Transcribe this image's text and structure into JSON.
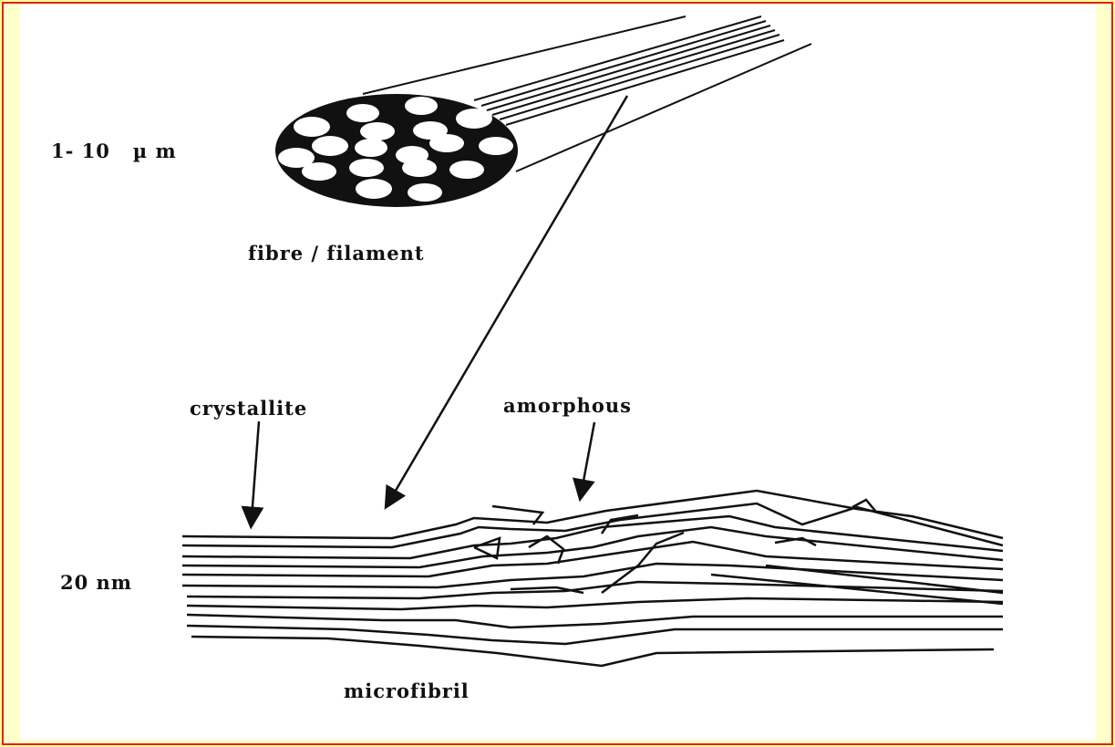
{
  "diagram": {
    "labels": {
      "fibre_size": "1- 10   µ m",
      "fibre": "fibre / filament",
      "crystallite": "crystallite",
      "amorphous": "amorphous",
      "microfibril_size": "20 nm",
      "microfibril": "microfibril"
    }
  }
}
